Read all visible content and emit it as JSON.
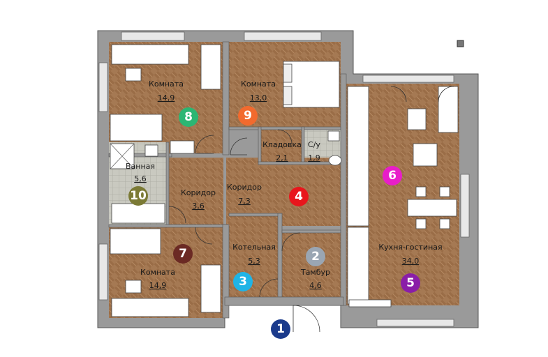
{
  "rooms": [
    {
      "id": "room-top-left",
      "name": "Комната",
      "area": "14,9",
      "marker": "8",
      "color": "#2bb673"
    },
    {
      "id": "room-top-center",
      "name": "Комната",
      "area": "13,0",
      "marker": "9",
      "color": "#f26a2e"
    },
    {
      "id": "storage",
      "name": "Кладовка",
      "area": "2,1"
    },
    {
      "id": "wc",
      "name": "С/у",
      "area": "1,9"
    },
    {
      "id": "bathroom",
      "name": "Ванная",
      "area": "5,6",
      "marker": "10",
      "color": "#7b7a35"
    },
    {
      "id": "corridor-left",
      "name": "Коридор",
      "area": "3,6"
    },
    {
      "id": "corridor-main",
      "name": "Коридор",
      "area": "7,3",
      "marker": "4",
      "color": "#e8161c"
    },
    {
      "id": "kitchen-living",
      "name": "Кухня-гостиная",
      "area": "34,0",
      "marker": "5",
      "color": "#8a1ea8"
    },
    {
      "id": "kitchen-zone",
      "marker": "6",
      "color": "#e81ec9"
    },
    {
      "id": "room-bottom-left",
      "name": "Комната",
      "area": "14,9",
      "marker": "7",
      "color": "#6b2a24"
    },
    {
      "id": "boiler-room",
      "name": "Котельная",
      "area": "5,3",
      "marker": "3",
      "color": "#1fb4e6"
    },
    {
      "id": "vestibule",
      "name": "Тамбур",
      "area": "4,6",
      "marker": "2",
      "color": "#9aa6b3"
    },
    {
      "id": "entrance",
      "marker": "1",
      "color": "#1b3b8c"
    }
  ]
}
